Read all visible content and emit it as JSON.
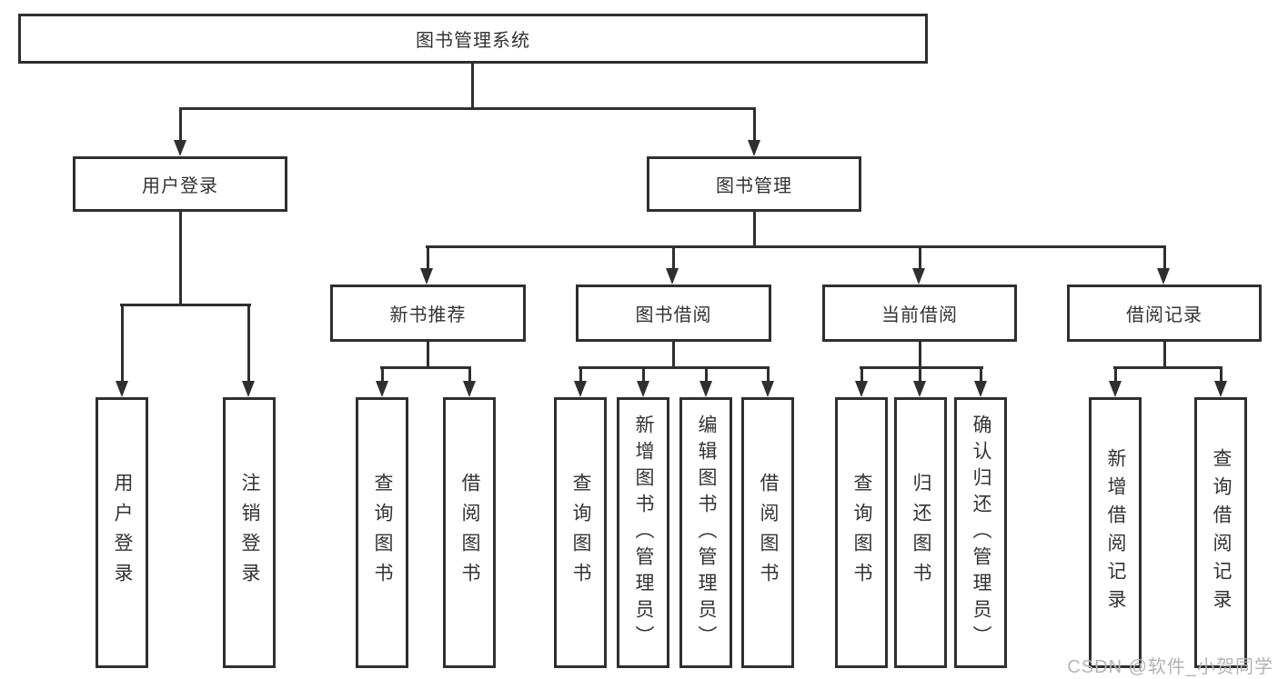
{
  "nodes": {
    "root": "图书管理系统",
    "user_login": "用户登录",
    "book_mgmt": "图书管理",
    "new_books": "新书推荐",
    "book_borrow": "图书借阅",
    "current_borrow": "当前借阅",
    "borrow_records": "借阅记录"
  },
  "leaves": [
    "用户登录",
    "注销登录",
    "查询图书",
    "借阅图书",
    "查询图书",
    "新增图书（管理员）",
    "编辑图书（管理员）",
    "借阅图书",
    "查询图书",
    "归还图书",
    "确认归还（管理员）",
    "新增借阅记录",
    "查询借阅记录"
  ],
  "watermark": "CSDN @软件_小贺同学",
  "colors": {
    "line": "#2f2f2f",
    "text": "#333333",
    "watermark": "#b3b3b3",
    "background": "#ffffff"
  }
}
